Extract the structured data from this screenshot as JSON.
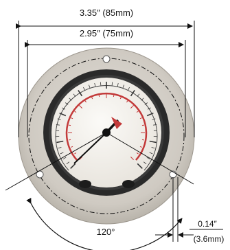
{
  "dimensions": {
    "flange_diameter": "3.35″ (85mm)",
    "bolt_circle_diameter": "2.95″ (75mm)",
    "hole_angle": "120°",
    "hole_diameter_in": "0.14″",
    "hole_diameter_mm": "(3.6mm)"
  },
  "colors": {
    "flange": "#d3cfc8",
    "bezel": "#2a2a2a",
    "dial_face": "#f4f1ec",
    "dial_red_marks": "#c33a3a",
    "line": "#111111"
  }
}
